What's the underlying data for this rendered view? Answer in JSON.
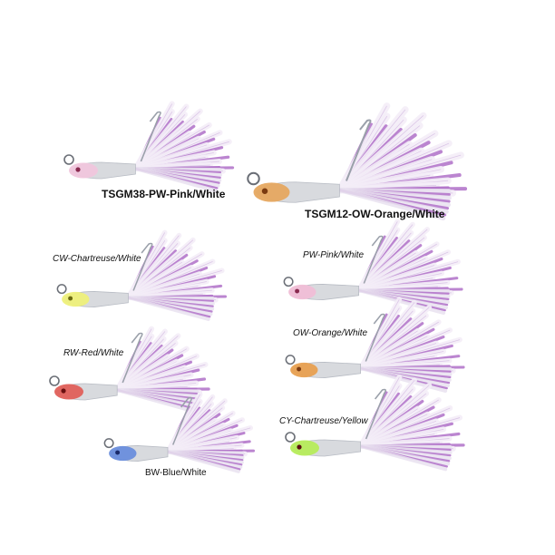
{
  "product_name": "",
  "lures": [
    {
      "label": "TSGM38-PW-Pink/White",
      "head_color": "#f0c6dc",
      "eye_color": "#8a2a50",
      "style": "big"
    },
    {
      "label": "TSGM12-OW-Orange/White",
      "head_color": "#e6a860",
      "eye_color": "#7a3a10",
      "style": "big"
    },
    {
      "label": "CW-Chartreuse/White",
      "head_color": "#eef07a",
      "eye_color": "#6a6a10",
      "style": "small"
    },
    {
      "label": "PW-Pink/White",
      "head_color": "#f0bed6",
      "eye_color": "#8a2a50",
      "style": "small"
    },
    {
      "label": "RW-Red/White",
      "head_color": "#e0605a",
      "eye_color": "#6a1010",
      "style": "small"
    },
    {
      "label": "OW-Orange/White",
      "head_color": "#e8a050",
      "eye_color": "#7a3a10",
      "style": "small"
    },
    {
      "label": "BW-Blue/White",
      "head_color": "#6a8edc",
      "eye_color": "#1a2a6a",
      "style": "plain"
    },
    {
      "label": "CY-Chartreuse/Yellow",
      "head_color": "#b6ec5a",
      "eye_color": "#5a1010",
      "style": "small"
    }
  ],
  "colors": {
    "skirt_purple": "#b070c8",
    "skirt_white": "#f4eef8",
    "hook_silver": "#9aa0aa",
    "body_silver": "#d8dade",
    "background": "#ffffff"
  }
}
